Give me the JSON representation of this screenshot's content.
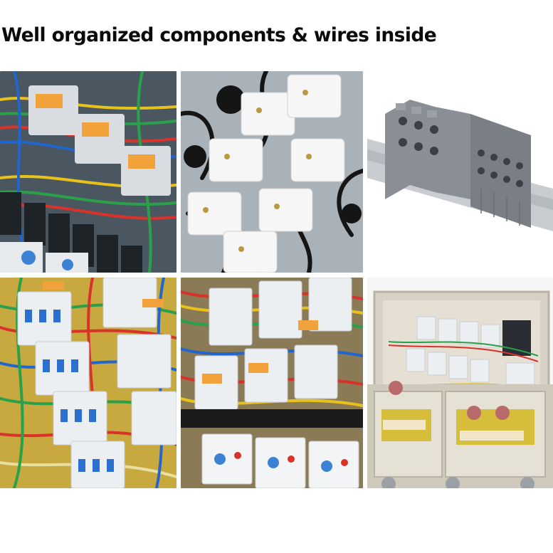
{
  "headline": "Well organized components & wires inside",
  "photos": [
    {
      "subject": "breakers-and-relays-with-colored-wiring"
    },
    {
      "subject": "white-relay-modules-with-black-wires"
    },
    {
      "subject": "gray-terminal-block-on-din-rail"
    },
    {
      "subject": "circuit-breakers-with-colored-wiring"
    },
    {
      "subject": "breakers-with-bundled-wires-and-overload-relays"
    },
    {
      "subject": "opened-distribution-box"
    }
  ],
  "colors": {
    "wire_yellow": "#e8c21a",
    "wire_green": "#2aa04a",
    "wire_red": "#d8322a",
    "wire_blue": "#2266cc",
    "breaker_white": "#eceff2",
    "accent_orange": "#f2a23a",
    "terminal_gray": "#8a8f96",
    "rail_silver": "#c9cdd2",
    "text": "#0b0b0b"
  }
}
